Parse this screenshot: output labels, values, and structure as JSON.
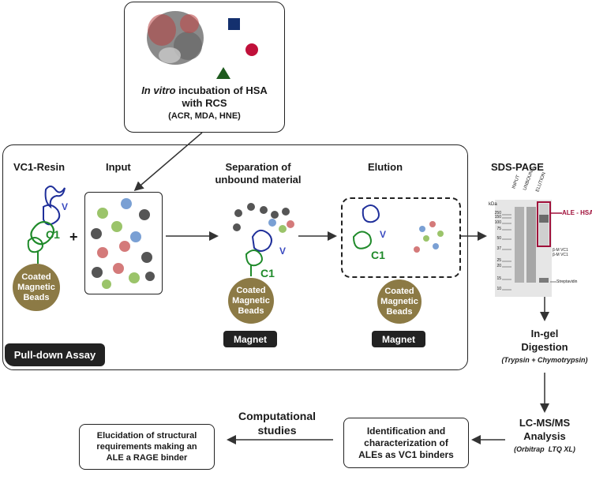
{
  "top_box": {
    "line1_italic": "In vitro",
    "line1_rest": " incubation of HSA",
    "line2": "with RCS",
    "line3": "(ACR, MDA, HNE)"
  },
  "assay": {
    "resin_label": "VC1-Resin",
    "input_label": "Input",
    "separation_label_1": "Separation of",
    "separation_label_2": "unbound material",
    "elution_label": "Elution",
    "bead_text": "Coated Magnetic Beads",
    "magnet_label": "Magnet",
    "plus": "+",
    "v_label": "V",
    "c1_label": "C1",
    "pulldown_label": "Pull-down Assay"
  },
  "gel": {
    "title": "SDS-PAGE",
    "kda": "kDa",
    "lanes": [
      "INPUT",
      "UNBOUND",
      "ELUTION"
    ],
    "markers": [
      "250",
      "150",
      "100",
      "75",
      "50",
      "37",
      "25",
      "20",
      "15",
      "10"
    ],
    "ale_label": "ALE - HSA",
    "side_labels": [
      "β-M VC1",
      "β-M VC1"
    ],
    "strep_label": "Streptavidin"
  },
  "steps": {
    "digestion_1": "In-gel",
    "digestion_2": "Digestion",
    "digestion_sub": "(Trypsin + Chymotrypsin)",
    "lcms_1": "LC-MS/MS",
    "lcms_2": "Analysis",
    "lcms_sub": "(Orbitrap  LTQ XL)",
    "ident_1": "Identification and",
    "ident_2": "characterization of",
    "ident_3": "ALEs as VC1 binders",
    "comp_1": "Computational",
    "comp_2": "studies",
    "eluc_1": "Elucidation of structural",
    "eluc_2": "requirements making an",
    "eluc_3": "ALE a RAGE binder"
  },
  "colors": {
    "bead": "#8c7a45",
    "protein_blue": "#1f2f9a",
    "protein_green": "#1f8a2a",
    "ale_marker": "#a0103a",
    "square": "#14306e",
    "circle": "#c0103a",
    "triangle": "#1e5a1e"
  }
}
